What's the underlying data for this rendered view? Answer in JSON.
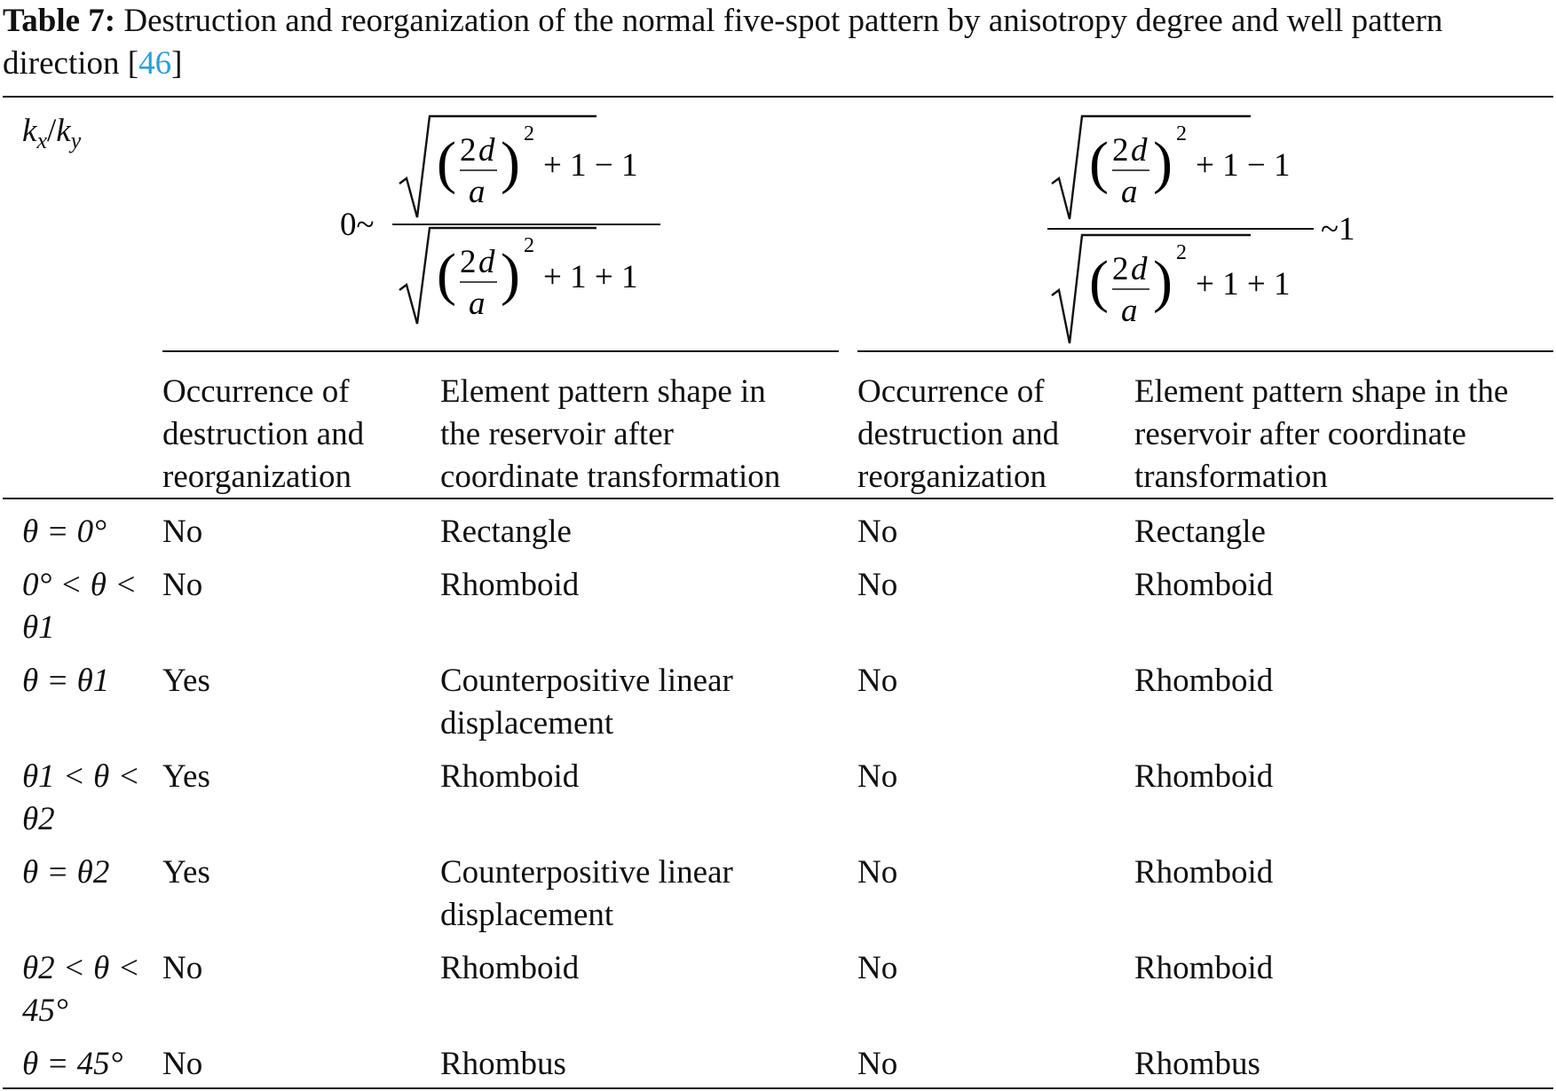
{
  "caption": {
    "label": "Table 7:",
    "text_before_ref": " Destruction and reorganization of the normal five-spot pattern by anisotropy degree and well pattern direction [",
    "ref": "46",
    "text_after_ref": "]"
  },
  "header": {
    "corner_label_k": "k",
    "corner_label_x": "x",
    "corner_label_slash": "/",
    "corner_label_ky": "k",
    "corner_label_y": "y",
    "range_left": {
      "prefix": "0~",
      "num_coef": "2",
      "num_var": "d",
      "den_var": "a",
      "exp": "2",
      "numerator_tail": "+ 1 − 1",
      "denominator_tail": "+ 1 + 1"
    },
    "range_right": {
      "suffix": "~1",
      "num_coef": "2",
      "num_var": "d",
      "den_var": "a",
      "exp": "2",
      "numerator_tail": "+ 1 − 1",
      "denominator_tail": "+ 1 + 1"
    },
    "columns": [
      [
        "Occurrence of",
        "destruction and",
        "reorganization"
      ],
      [
        "Element pattern shape in",
        "the reservoir after",
        "coordinate transformation"
      ],
      [
        "Occurrence of",
        "destruction and",
        "reorganization"
      ],
      [
        "Element pattern shape in the",
        "reservoir after coordinate",
        "transformation"
      ]
    ]
  },
  "rows": [
    {
      "theta": [
        "θ = 0°"
      ],
      "c1": "No",
      "c2": [
        "Rectangle"
      ],
      "c3": "No",
      "c4": "Rectangle"
    },
    {
      "theta": [
        "0° < θ <",
        "θ1"
      ],
      "c1": "No",
      "c2": [
        "Rhomboid"
      ],
      "c3": "No",
      "c4": "Rhomboid"
    },
    {
      "theta": [
        "θ = θ1"
      ],
      "c1": "Yes",
      "c2": [
        "Counterpositive linear",
        "displacement"
      ],
      "c3": "No",
      "c4": "Rhomboid"
    },
    {
      "theta": [
        "θ1 < θ <",
        "θ2"
      ],
      "c1": "Yes",
      "c2": [
        "Rhomboid"
      ],
      "c3": "No",
      "c4": "Rhomboid"
    },
    {
      "theta": [
        "θ = θ2"
      ],
      "c1": "Yes",
      "c2": [
        "Counterpositive linear",
        "displacement"
      ],
      "c3": "No",
      "c4": "Rhomboid"
    },
    {
      "theta": [
        "θ2 < θ <",
        "45°"
      ],
      "c1": "No",
      "c2": [
        "Rhomboid"
      ],
      "c3": "No",
      "c4": "Rhomboid"
    },
    {
      "theta": [
        "θ = 45°"
      ],
      "c1": "No",
      "c2": [
        "Rhombus"
      ],
      "c3": "No",
      "c4": "Rhombus"
    }
  ]
}
